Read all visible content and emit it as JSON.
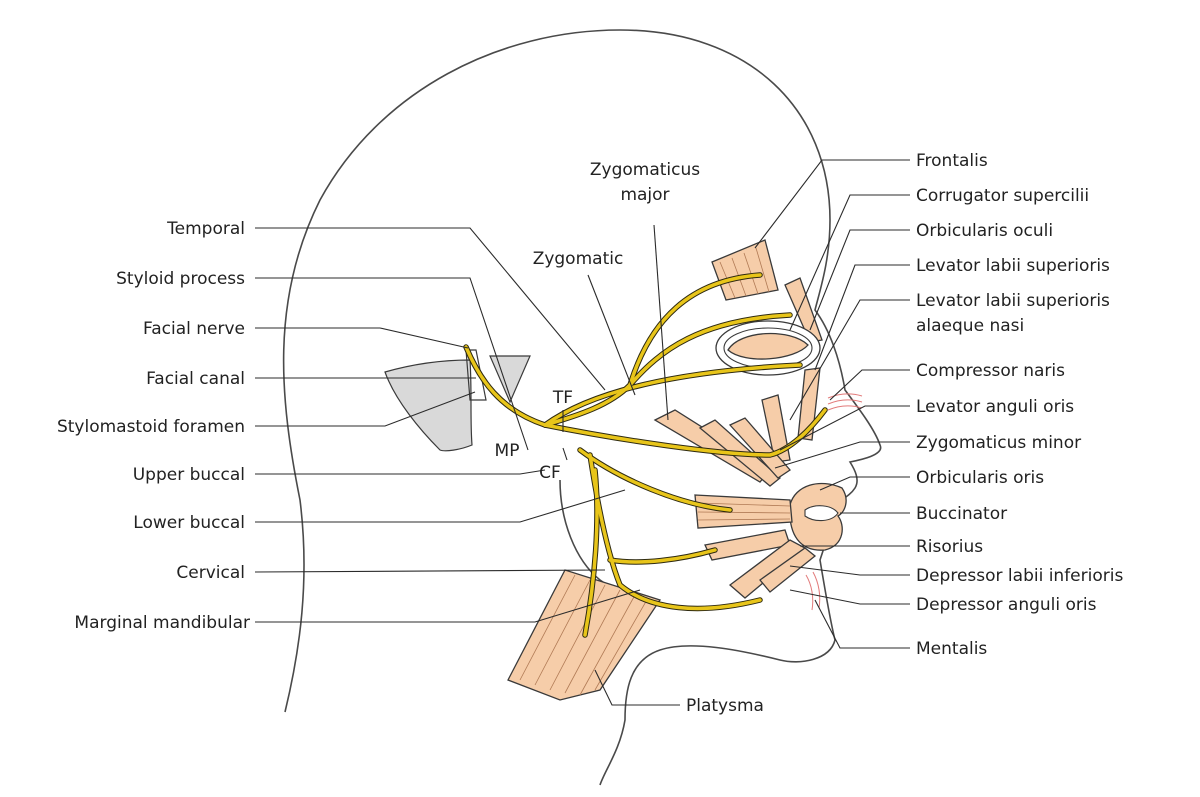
{
  "labels": {
    "left": {
      "temporal": "Temporal",
      "styloid_process": "Styloid process",
      "facial_nerve": "Facial nerve",
      "facial_canal": "Facial canal",
      "stylomastoid_foramen": "Stylomastoid foramen",
      "upper_buccal": "Upper buccal",
      "lower_buccal": "Lower buccal",
      "cervical": "Cervical",
      "marginal_mandibular": "Marginal mandibular"
    },
    "center": {
      "zygomaticus_major_1": "Zygomaticus",
      "zygomaticus_major_2": "major",
      "zygomatic": "Zygomatic",
      "tf": "TF",
      "mp": "MP",
      "cf": "CF",
      "platysma": "Platysma"
    },
    "right": {
      "frontalis": "Frontalis",
      "corrugator_supercilii": "Corrugator supercilii",
      "orbicularis_oculi": "Orbicularis oculi",
      "levator_labii_superioris": "Levator labii superioris",
      "levator_labii_superioris_alaeque_nasi_1": "Levator labii superioris",
      "levator_labii_superioris_alaeque_nasi_2": "alaeque nasi",
      "compressor_naris": "Compressor naris",
      "levator_anguli_oris": "Levator anguli oris",
      "zygomaticus_minor": "Zygomaticus minor",
      "orbicularis_oris": "Orbicularis oris",
      "buccinator": "Buccinator",
      "risorius": "Risorius",
      "depressor_labii_inferioris": "Depressor labii inferioris",
      "depressor_anguli_oris": "Depressor anguli oris",
      "mentalis": "Mentalis"
    }
  },
  "colors": {
    "nerve": "#e8c51a",
    "muscle": "#f6cda9",
    "outline": "#4a4a4a"
  }
}
